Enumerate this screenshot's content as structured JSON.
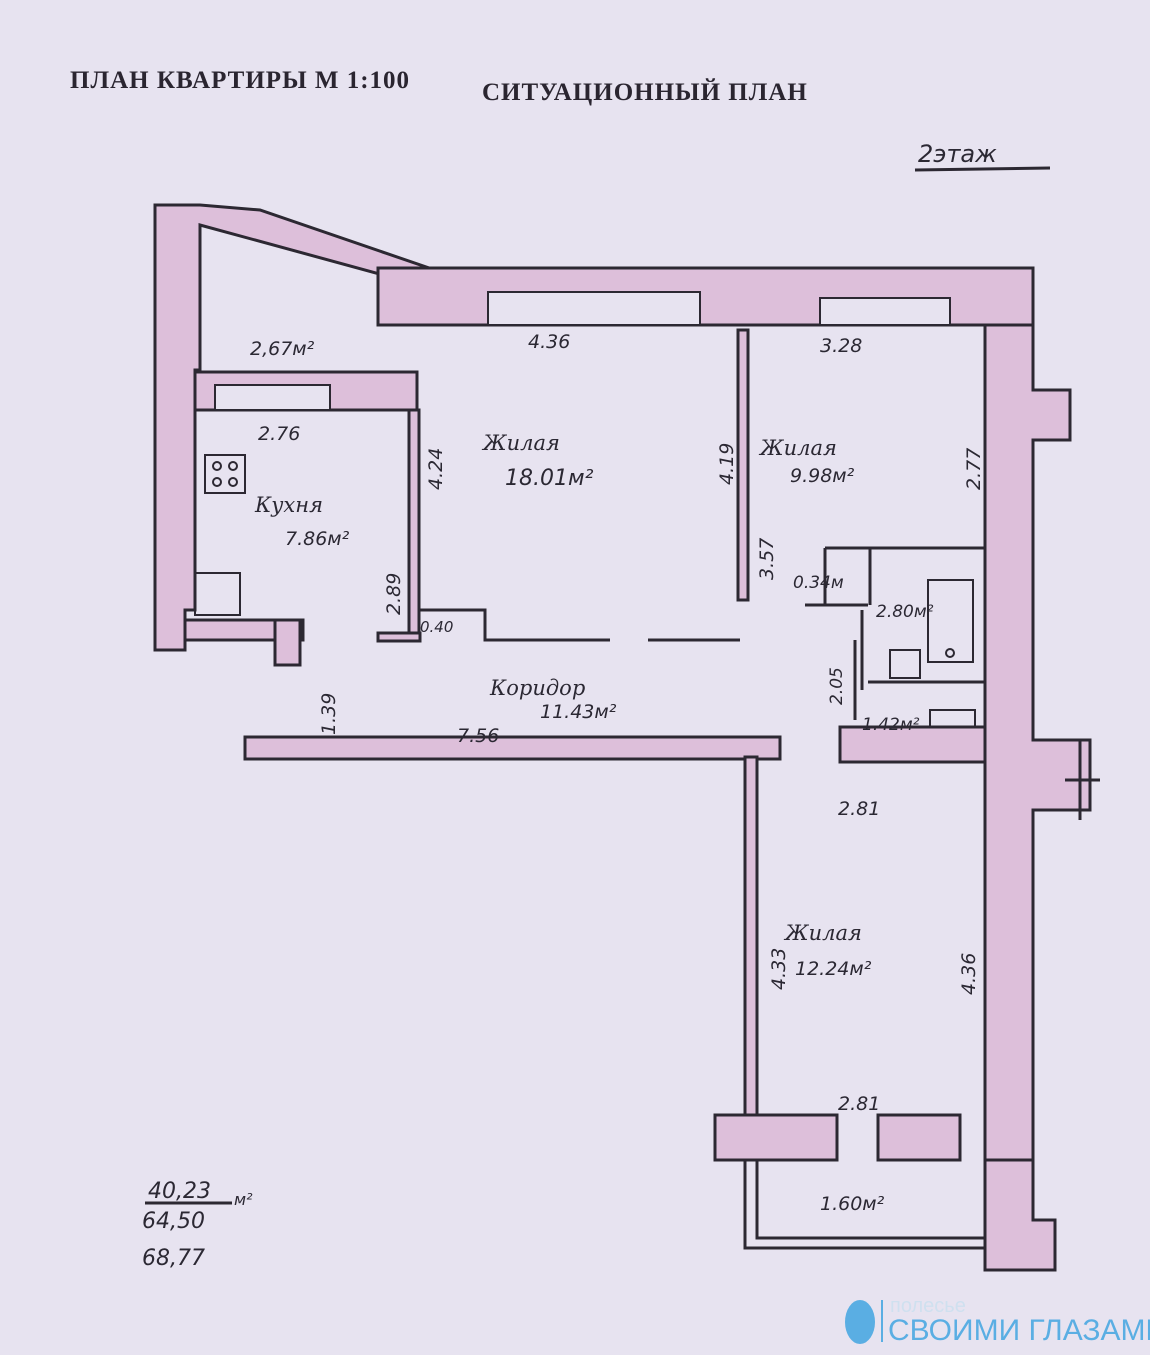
{
  "header": {
    "title_left": "ПЛАН КВАРТИРЫ М 1:100",
    "title_right": "СИТУАЦИОННЫЙ ПЛАН",
    "floor": "2этаж"
  },
  "rooms": {
    "loggia_top": {
      "area": "2,67м²"
    },
    "kitchen": {
      "name": "Кухня",
      "area": "7.86м²",
      "width": "2.76",
      "depth": "2.89"
    },
    "living1": {
      "name": "Жилая",
      "area": "18.01м²",
      "top": "4.36",
      "left": "4.24",
      "right": "4.19"
    },
    "living2": {
      "name": "Жилая",
      "area": "9.98м²",
      "top": "3.28",
      "right": "2.77",
      "left": "3.57"
    },
    "closet": {
      "area": "0.34м"
    },
    "bath": {
      "area": "2.80м²"
    },
    "wc": {
      "area": "1.42м²",
      "height": "2.05"
    },
    "corridor": {
      "name": "Коридор",
      "area": "11.43м²",
      "length": "7.56",
      "width": "1.39",
      "niche": "0.40"
    },
    "living3": {
      "name": "Жилая",
      "area": "12.24м²",
      "top": "2.81",
      "bottom": "2.81",
      "left": "4.33",
      "right": "4.36"
    },
    "balcony": {
      "area": "1.60м²"
    }
  },
  "totals": {
    "living": "40,23",
    "total": "64,50",
    "unit": "м²",
    "gross": "68,77"
  },
  "watermark": {
    "line1": "полесье",
    "line2": "СВОИМИ ГЛАЗАМИ"
  },
  "colors": {
    "wall": "#ddbfda",
    "background": "#e7e3f0",
    "ink": "#2c2832",
    "watermark": "#5aaee3"
  }
}
